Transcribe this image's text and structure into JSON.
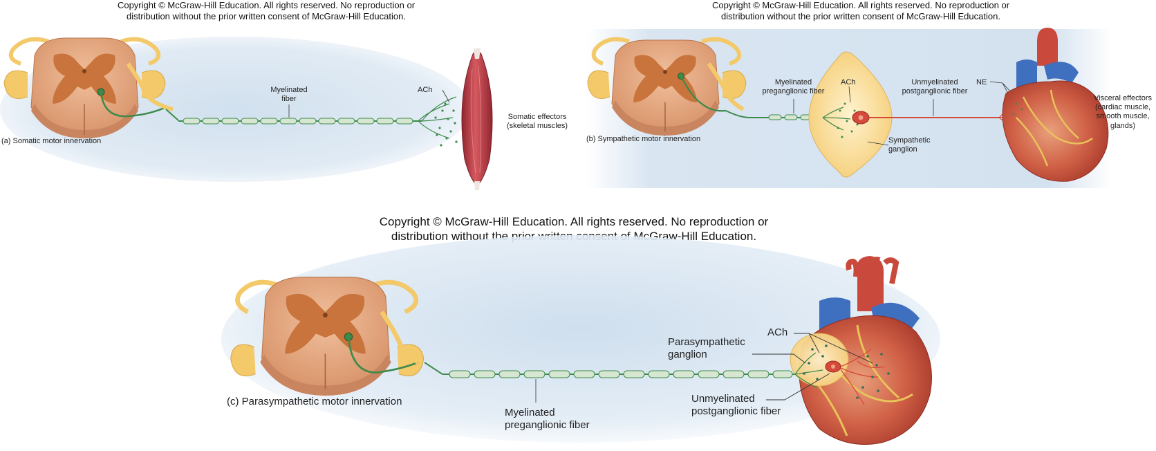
{
  "copyright": {
    "line1": "Copyright © McGraw-Hill Education. All rights reserved. No reproduction or",
    "line2": "distribution without the prior written consent of McGraw-Hill Education."
  },
  "panel_a": {
    "caption": "(a) Somatic motor innervation",
    "fiber_label": [
      "Myelinated",
      "fiber"
    ],
    "ach": "ACh",
    "effector": [
      "Somatic effectors",
      "(skeletal muscles)"
    ]
  },
  "panel_b": {
    "caption": "(b) Sympathetic motor innervation",
    "pre_fiber": [
      "Myelinated",
      "preganglionic fiber"
    ],
    "ach": "ACh",
    "post_fiber": [
      "Unmyelinated",
      "postganglionic fiber"
    ],
    "ne": "NE",
    "ganglion": [
      "Sympathetic",
      "ganglion"
    ],
    "effector": [
      "Visceral effectors",
      "(cardiac muscle,",
      "smooth muscle,",
      "glands)"
    ]
  },
  "panel_c": {
    "caption": "(c) Parasympathetic motor innervation",
    "ganglion": [
      "Parasympathetic",
      "ganglion"
    ],
    "ach": "ACh",
    "pre_fiber": [
      "Myelinated",
      "preganglionic fiber"
    ],
    "post_fiber": [
      "Unmyelinated",
      "postganglionic fiber"
    ]
  },
  "colors": {
    "background_glow": "#c9dbec",
    "spinal_cord": "#e8b08a",
    "gray_matter": "#c8743c",
    "nerve": "#f3c96a",
    "fiber": "#3d8a4a",
    "myelin": "#d7e6d0",
    "muscle": "#c0424a",
    "heart": "#c94a3c",
    "vessel_blue": "#3f6fbf",
    "ganglion": "#fbe2a4",
    "unmyelinated": "#d44a3a"
  }
}
